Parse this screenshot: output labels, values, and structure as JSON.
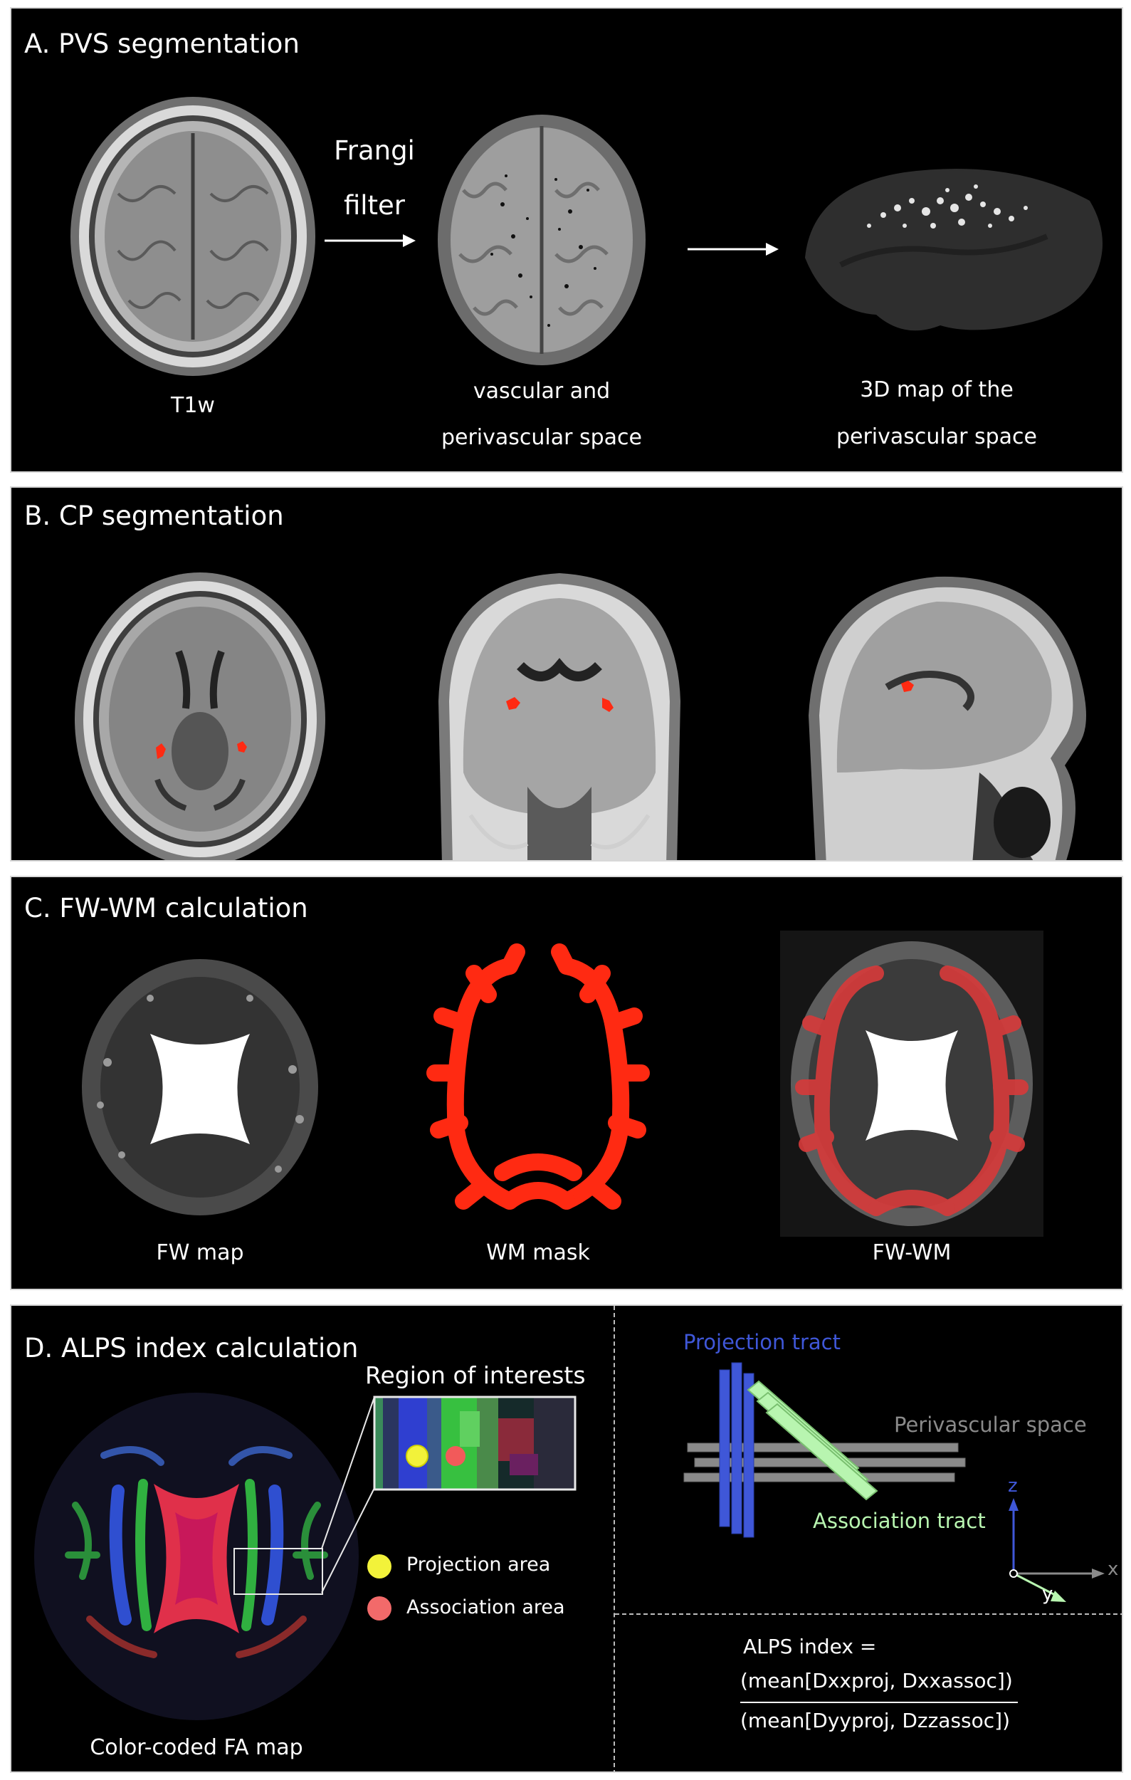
{
  "colors": {
    "panel_bg": "#000000",
    "border": "#d8d8d8",
    "red_mask": "#ff2a12",
    "projection_blue": "#3f57d8",
    "association_green": "#b8f5b0",
    "perivascular_gray": "#8a8a8a",
    "projection_dot": "#f2f23a",
    "association_dot": "#f26a6a"
  },
  "panel_a": {
    "title": "A. PVS segmentation",
    "arrow_label_line1": "Frangi",
    "arrow_label_line2": "filter",
    "label_t1w": "T1w",
    "label_vascular_line1": "vascular and",
    "label_vascular_line2": "perivascular space",
    "label_3d_line1": "3D map of the",
    "label_3d_line2": "perivascular space"
  },
  "panel_b": {
    "title": "B. CP segmentation"
  },
  "panel_c": {
    "title": "C. FW-WM calculation",
    "label_fw_map": "FW map",
    "label_wm_mask": "WM mask",
    "label_fw_wm": "FW-WM"
  },
  "panel_d": {
    "title": "D. ALPS index calculation",
    "roi_title": "Region of interests",
    "legend_projection": "Projection area",
    "legend_association": "Association area",
    "label_fa_map": "Color-coded FA map",
    "projection_tract": "Projection tract",
    "perivascular_space": "Perivascular space",
    "association_tract": "Association tract",
    "axis_z": "z",
    "axis_x": "x",
    "axis_y": "y",
    "formula_lhs": "ALPS index =",
    "formula_numerator": "(mean[Dxxproj, Dxxassoc])",
    "formula_denominator": "(mean[Dyyproj, Dzzassoc])"
  }
}
